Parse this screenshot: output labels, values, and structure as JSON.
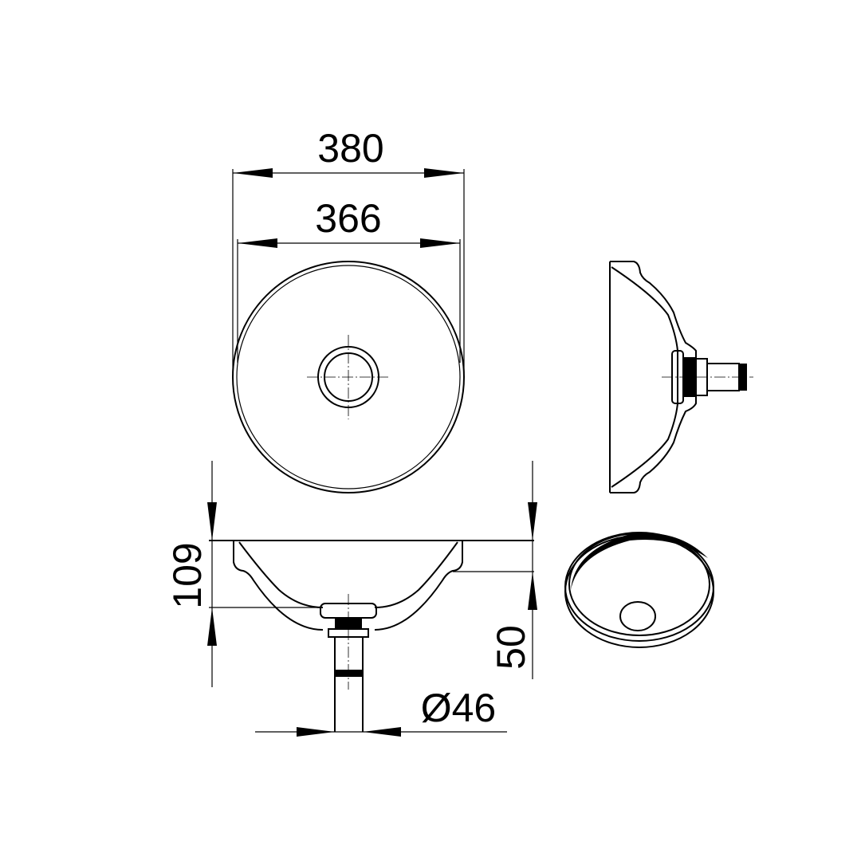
{
  "drawing": {
    "dimensions": {
      "outer_width": "380",
      "inner_width": "366",
      "total_height": "109",
      "bowl_depth": "50",
      "drain_diameter": "Ø46"
    },
    "views": [
      "top-view",
      "front-section-view",
      "side-view",
      "perspective-view"
    ],
    "line_color": "#000000",
    "background_color": "#ffffff"
  }
}
